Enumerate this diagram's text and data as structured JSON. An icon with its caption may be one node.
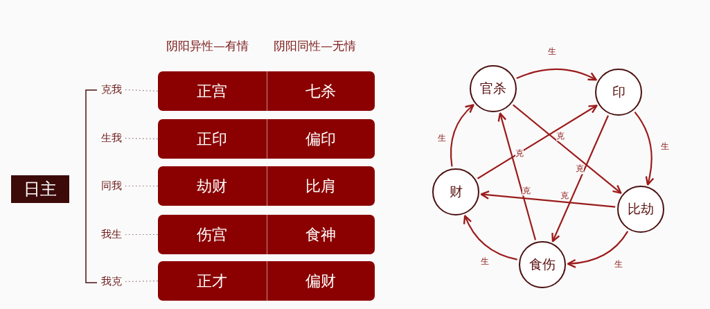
{
  "diagram": {
    "nodes": [
      {
        "text": [
          "日主"
        ]
      },
      {
        "text": [
          "克我"
        ]
      },
      {
        "text": [
          "生我"
        ]
      },
      {
        "text": [
          "同我"
        ]
      },
      {
        "text": [
          "我生"
        ]
      },
      {
        "text": [
          "我克"
        ]
      },
      {
        "text": [
          "正宫",
          "七杀"
        ]
      },
      {
        "text": [
          "正印",
          "偏印"
        ]
      },
      {
        "text": [
          "劫财",
          "比肩"
        ]
      },
      {
        "text": [
          "伤宫",
          "食神"
        ]
      },
      {
        "text": [
          "正才",
          "偏财"
        ]
      },
      {
        "text": [
          "官杀"
        ]
      },
      {
        "text": [
          "印"
        ]
      },
      {
        "text": [
          "财"
        ]
      },
      {
        "text": [
          "比劫"
        ]
      },
      {
        "text": [
          "食伤"
        ]
      }
    ],
    "edges": [
      {
        "from": 1,
        "to": 6,
        "arrow": "none",
        "style": "dashed"
      },
      {
        "from": 2,
        "to": 7,
        "arrow": "none",
        "style": "dashed"
      },
      {
        "from": 3,
        "to": 8,
        "arrow": "none",
        "style": "dashed"
      },
      {
        "from": 4,
        "to": 9,
        "arrow": "none",
        "style": "dashed"
      },
      {
        "from": 5,
        "to": 10,
        "arrow": "none",
        "style": "dashed"
      },
      {
        "from": 11,
        "to": 12,
        "arrow": "to",
        "label": "生"
      },
      {
        "from": 12,
        "to": 14,
        "arrow": "to",
        "label": "生"
      },
      {
        "from": 14,
        "to": 15,
        "arrow": "to",
        "label": "生"
      },
      {
        "from": 15,
        "to": 13,
        "arrow": "to",
        "label": "生"
      },
      {
        "from": 13,
        "to": 11,
        "arrow": "to",
        "label": "生"
      },
      {
        "from": 15,
        "to": 11,
        "arrow": "to",
        "label": "克"
      },
      {
        "from": 13,
        "to": 12,
        "arrow": "to",
        "label": "克"
      },
      {
        "from": 14,
        "to": 13,
        "arrow": "to",
        "label": "克"
      },
      {
        "from": 11,
        "to": 14,
        "arrow": "to",
        "label": "克"
      },
      {
        "from": 12,
        "to": 15,
        "arrow": "to",
        "label": "克"
      }
    ],
    "labels": [
      "阴阳异性—有情",
      "阴阳同性—无情"
    ]
  }
}
